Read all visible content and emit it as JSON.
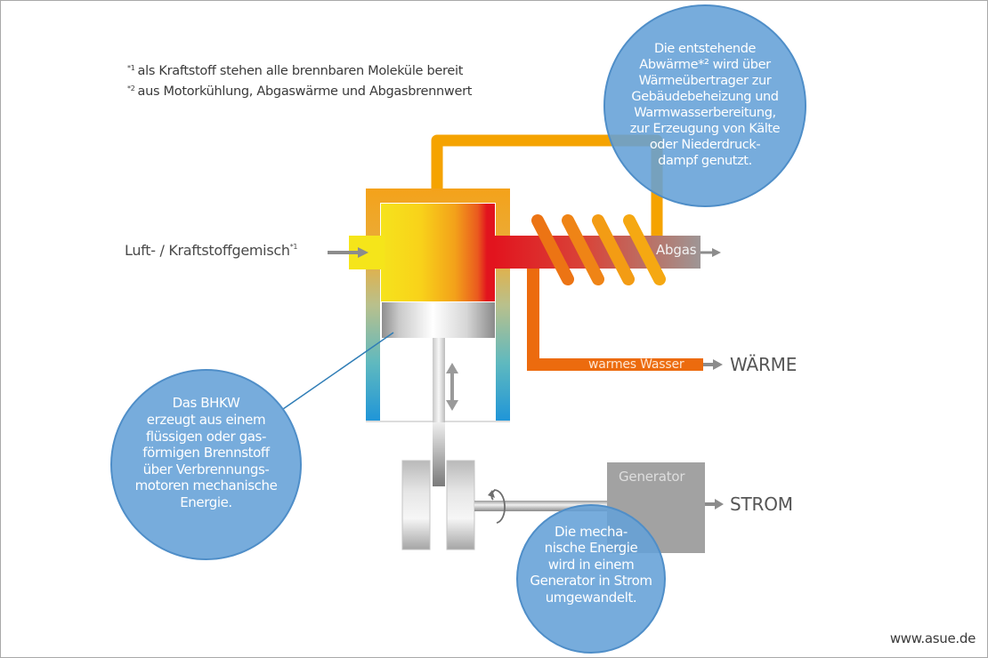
{
  "footnotes": [
    {
      "marker": "*1",
      "text": "als Kraftstoff stehen alle brennbaren Moleküle bereit"
    },
    {
      "marker": "*2",
      "text": "aus Motorkühlung, Abgaswärme und Abgasbrennwert"
    }
  ],
  "labels": {
    "intake": "Luft- / Kraftstoffgemisch",
    "intake_marker": "*1",
    "exhaust": "Abgas",
    "warm_water": "warmes Wasser",
    "heat_output": "WÄRME",
    "generator": "Generator",
    "power_output": "STROM"
  },
  "bubbles": {
    "waste_heat": "Die entstehende\nAbwärme*² wird über\nWärmeübertrager zur\nGebäudebeheizung und\nWarmwasserbereitung,\nzur Erzeugung von Kälte\noder Niederdruck-\ndampf genutzt.",
    "bhkw": "Das BHKW\nerzeugt aus einem\nflüssigen oder gas-\nförmigen Brennstoff\nüber Verbrennungs-\nmotoren mechanische\nEnergie.",
    "generator": "Die mecha-\nnische Energie\nwird in einem\nGenerator in Strom\numgewandelt."
  },
  "footer": "www.asue.de",
  "colors": {
    "bubble_fill": "#64a0d7",
    "orange_pipe": "#f5a000",
    "warm_water_pipe": "#ec6b0e",
    "exhaust_red": "#e2141e",
    "exhaust_gray": "#9e9a9a",
    "arrow_gray": "#8c8c8c",
    "generator_gray": "#a0a0a0",
    "coolant_blue": "#2f9ad6",
    "fuel_yellow": "#f5e51a"
  }
}
